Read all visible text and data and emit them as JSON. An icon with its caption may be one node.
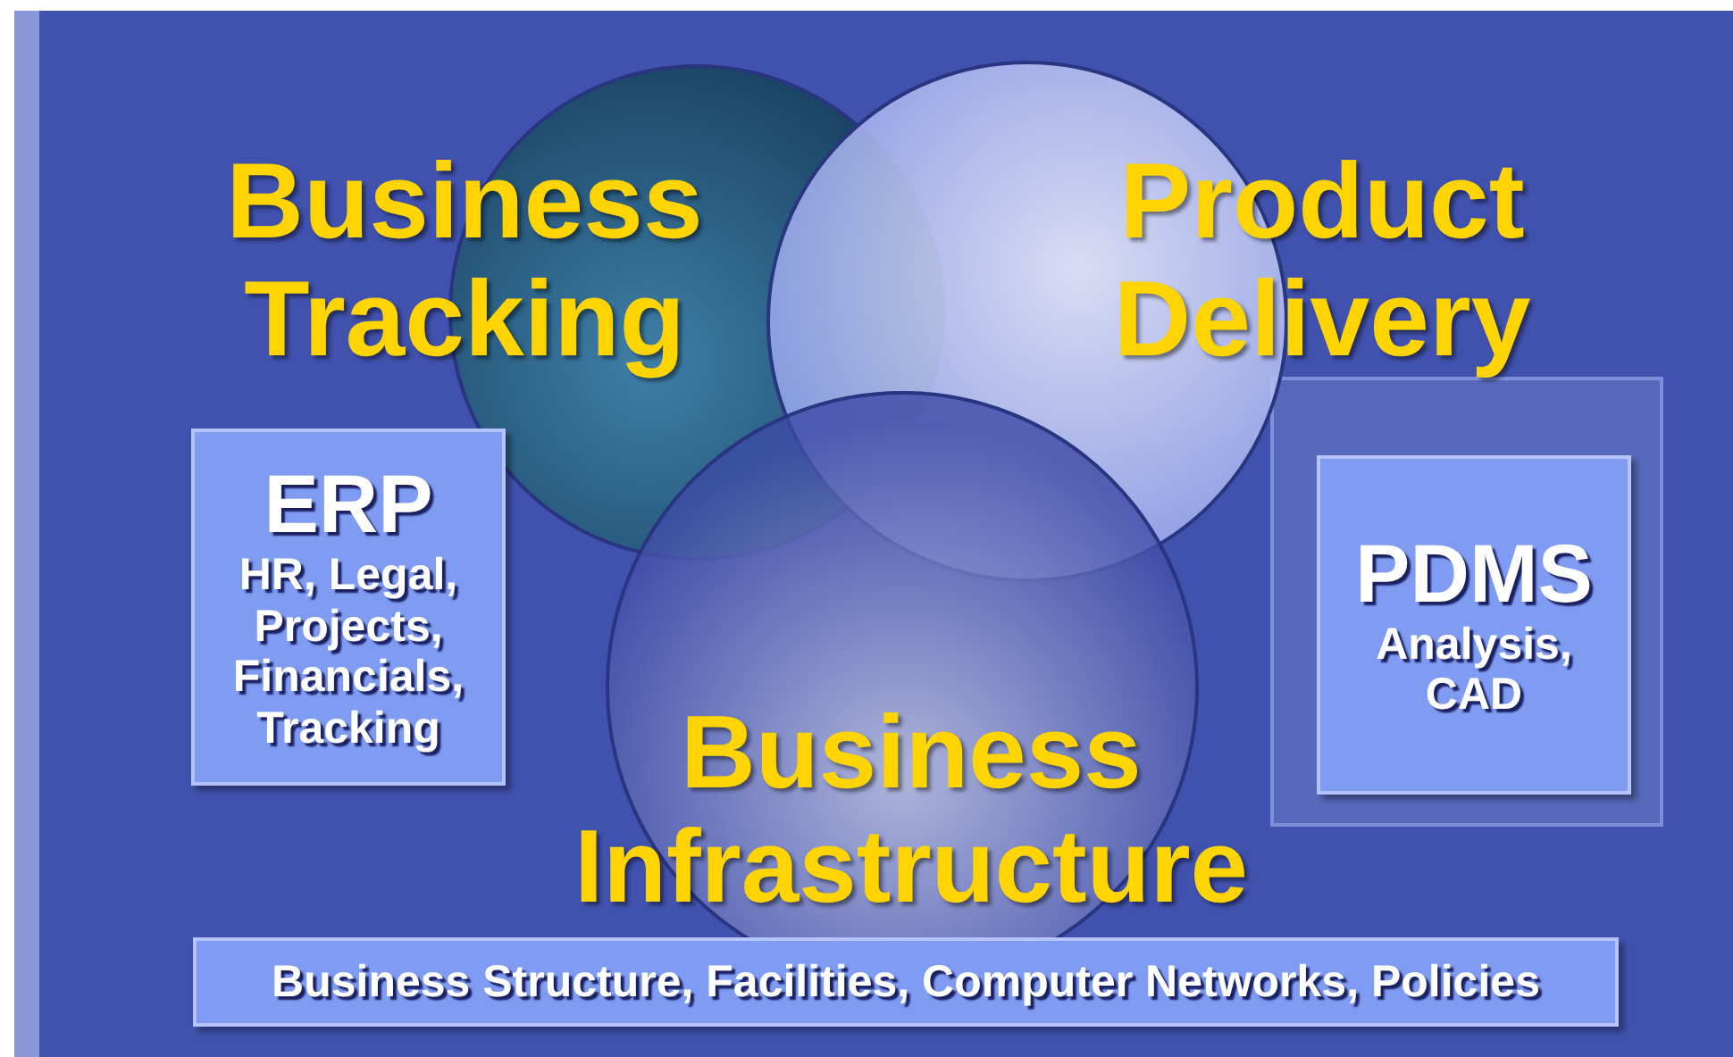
{
  "diagram": {
    "nodes": [
      {
        "text": [
          "Business Tracking"
        ]
      },
      {
        "text": [
          "Product Delivery"
        ]
      },
      {
        "text": [
          "Business Infrastructure"
        ]
      },
      {
        "text": [
          "ERP",
          "HR, Legal, Projects, Financials, Tracking"
        ]
      },
      {
        "text": [
          "PDMS",
          "Analysis, CAD"
        ]
      },
      {
        "text": [
          "Business Structure, Facilities, Computer Networks, Policies"
        ]
      }
    ]
  }
}
